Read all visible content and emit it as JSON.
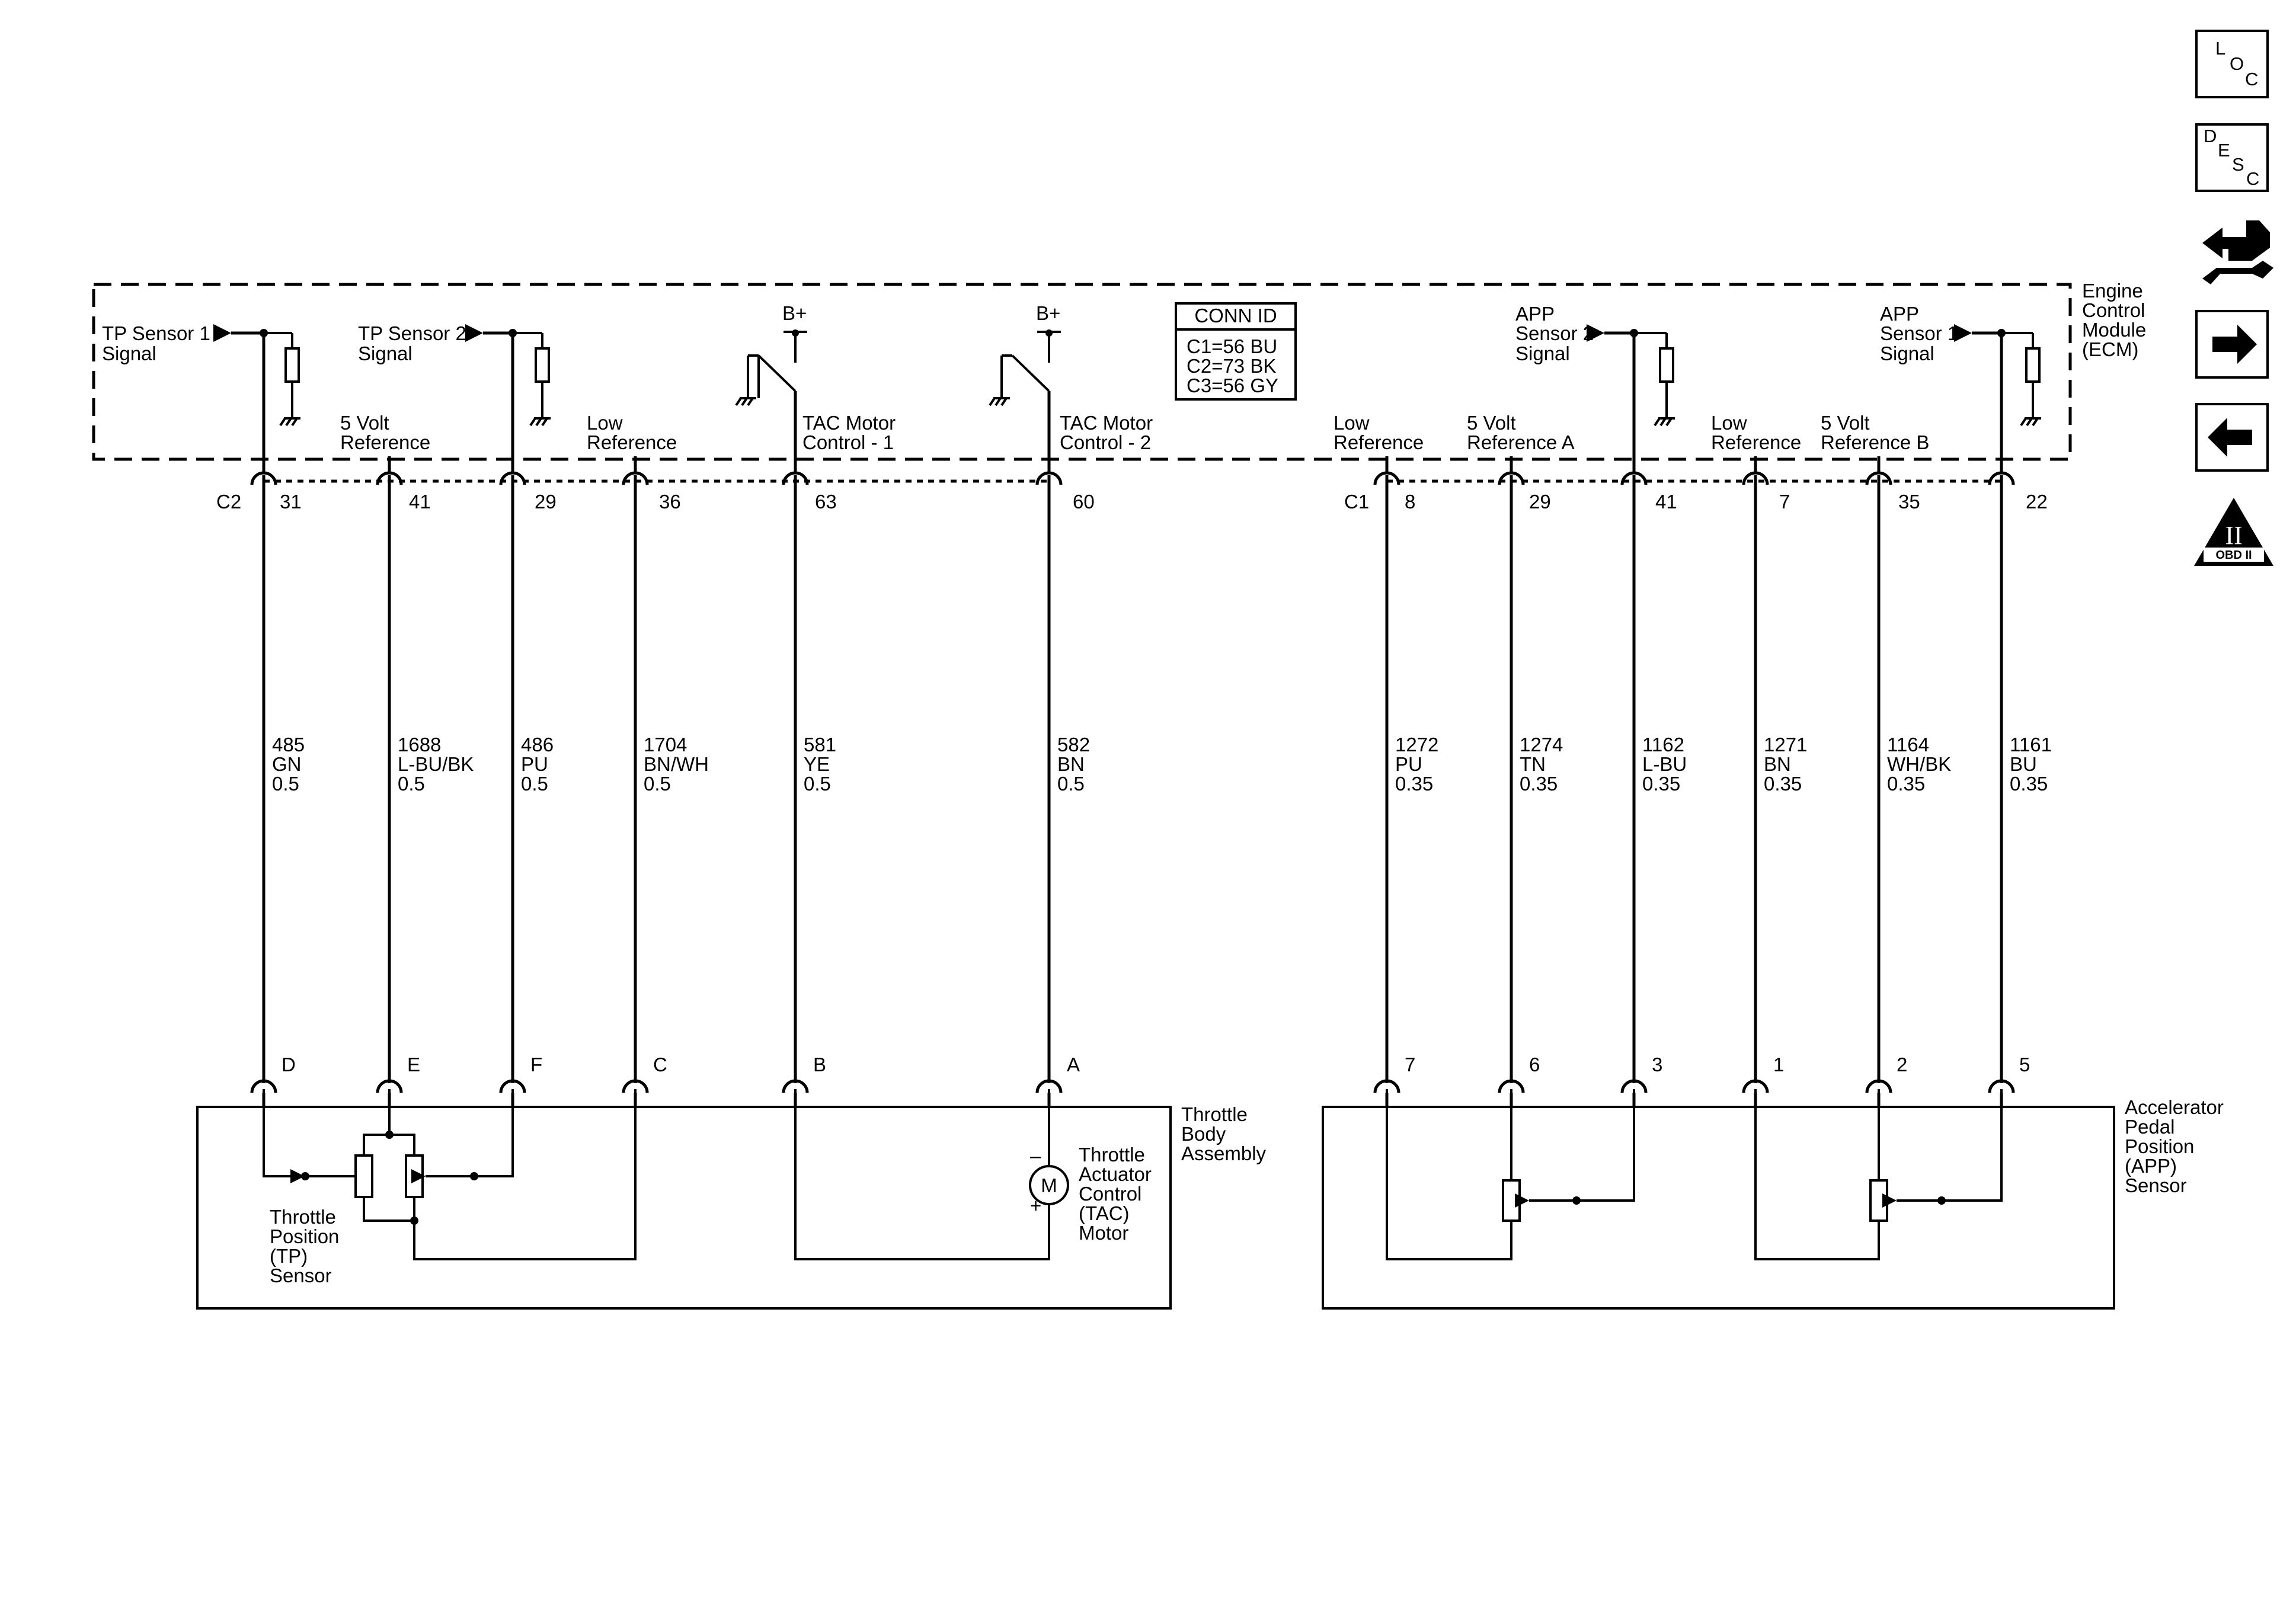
{
  "ecm": {
    "label_lines": [
      "Engine",
      "Control",
      "Module",
      "(ECM)"
    ],
    "conn_id": {
      "title": "CONN ID",
      "lines": [
        "C1=56 BU",
        "C2=73 BK",
        "C3=56 GY"
      ]
    },
    "signals": [
      {
        "id": "tp1",
        "lines": [
          "TP Sensor 1",
          "Signal"
        ]
      },
      {
        "id": "tp2",
        "lines": [
          "TP Sensor 2",
          "Signal"
        ]
      },
      {
        "id": "app2",
        "lines": [
          "APP",
          "Sensor 2",
          "Signal"
        ]
      },
      {
        "id": "app1",
        "lines": [
          "APP",
          "Sensor 1",
          "Signal"
        ]
      }
    ],
    "bplus": "B+",
    "pin_functions": [
      {
        "id": "f41",
        "lines": [
          "5 Volt",
          "Reference"
        ]
      },
      {
        "id": "f36",
        "lines": [
          "Low",
          "Reference"
        ]
      },
      {
        "id": "f63",
        "lines": [
          "TAC Motor",
          "Control - 1"
        ]
      },
      {
        "id": "f60",
        "lines": [
          "TAC Motor",
          "Control - 2"
        ]
      },
      {
        "id": "f8",
        "lines": [
          "Low",
          "Reference"
        ]
      },
      {
        "id": "f29b",
        "lines": [
          "5 Volt",
          "Reference A"
        ]
      },
      {
        "id": "f7",
        "lines": [
          "Low",
          "Reference"
        ]
      },
      {
        "id": "f35",
        "lines": [
          "5 Volt",
          "Reference B"
        ]
      }
    ]
  },
  "connectors": [
    {
      "name": "C2",
      "pins": [
        "31",
        "41",
        "29",
        "36",
        "63",
        "60"
      ]
    },
    {
      "name": "C1",
      "pins": [
        "8",
        "29",
        "41",
        "7",
        "35",
        "22"
      ]
    }
  ],
  "wires": [
    {
      "circuit": "485",
      "color": "GN",
      "gauge": "0.5"
    },
    {
      "circuit": "1688",
      "color": "L-BU/BK",
      "gauge": "0.5"
    },
    {
      "circuit": "486",
      "color": "PU",
      "gauge": "0.5"
    },
    {
      "circuit": "1704",
      "color": "BN/WH",
      "gauge": "0.5"
    },
    {
      "circuit": "581",
      "color": "YE",
      "gauge": "0.5"
    },
    {
      "circuit": "582",
      "color": "BN",
      "gauge": "0.5"
    },
    {
      "circuit": "1272",
      "color": "PU",
      "gauge": "0.35"
    },
    {
      "circuit": "1274",
      "color": "TN",
      "gauge": "0.35"
    },
    {
      "circuit": "1162",
      "color": "L-BU",
      "gauge": "0.35"
    },
    {
      "circuit": "1271",
      "color": "BN",
      "gauge": "0.35"
    },
    {
      "circuit": "1164",
      "color": "WH/BK",
      "gauge": "0.35"
    },
    {
      "circuit": "1161",
      "color": "BU",
      "gauge": "0.35"
    }
  ],
  "component_pins": [
    "D",
    "E",
    "F",
    "C",
    "B",
    "A",
    "7",
    "6",
    "3",
    "1",
    "2",
    "5"
  ],
  "throttle_body": {
    "label_lines": [
      "Throttle",
      "Body",
      "Assembly"
    ],
    "tp_sensor_lines": [
      "Throttle",
      "Position",
      "(TP)",
      "Sensor"
    ],
    "tac_motor_lines": [
      "Throttle",
      "Actuator",
      "Control",
      "(TAC)",
      "Motor"
    ],
    "motor_symbol": "M",
    "minus": "–",
    "plus": "+"
  },
  "app_sensor": {
    "label_lines": [
      "Accelerator",
      "Pedal",
      "Position",
      "(APP)",
      "Sensor"
    ]
  },
  "nav_icons": {
    "loc": [
      "L",
      "O",
      "C"
    ],
    "desc": [
      "D",
      "E",
      "S",
      "C"
    ],
    "obd": {
      "numeral": "II",
      "text": "OBD II"
    }
  }
}
